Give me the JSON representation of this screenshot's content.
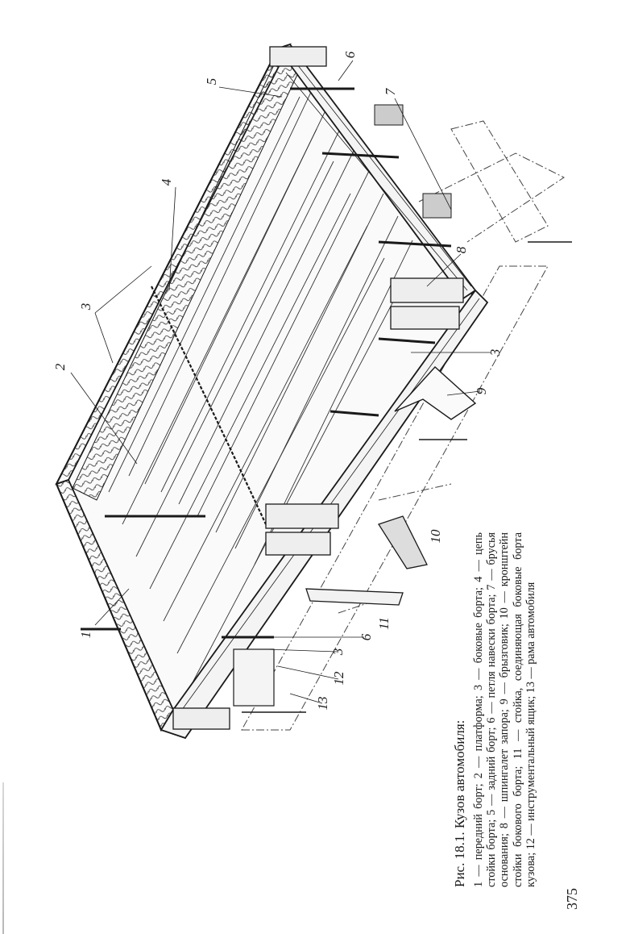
{
  "figure": {
    "callouts": [
      "1",
      "2",
      "3",
      "3",
      "3",
      "4",
      "5",
      "6",
      "6",
      "7",
      "8",
      "9",
      "10",
      "11",
      "12",
      "13"
    ]
  },
  "caption": {
    "title": "Рис. 18.1. Кузов автомобиля:",
    "body": "1 — передний борт; 2 — платформа; 3 — боковые борта; 4 — цепь стойки борта; 5 — задний борт; 6 — петля навески борта; 7 — брусья основания; 8 — шпингалет запора; 9 — брызговик; 10 — кронштейн стойки бокового борта; 11 — стойка, соединяющая боковые борта кузова; 12 — инструментальный ящик; 13 — рама автомобиля"
  },
  "page_number": "375",
  "colors": {
    "ink": "#1a1a1a",
    "paper": "#ffffff"
  }
}
